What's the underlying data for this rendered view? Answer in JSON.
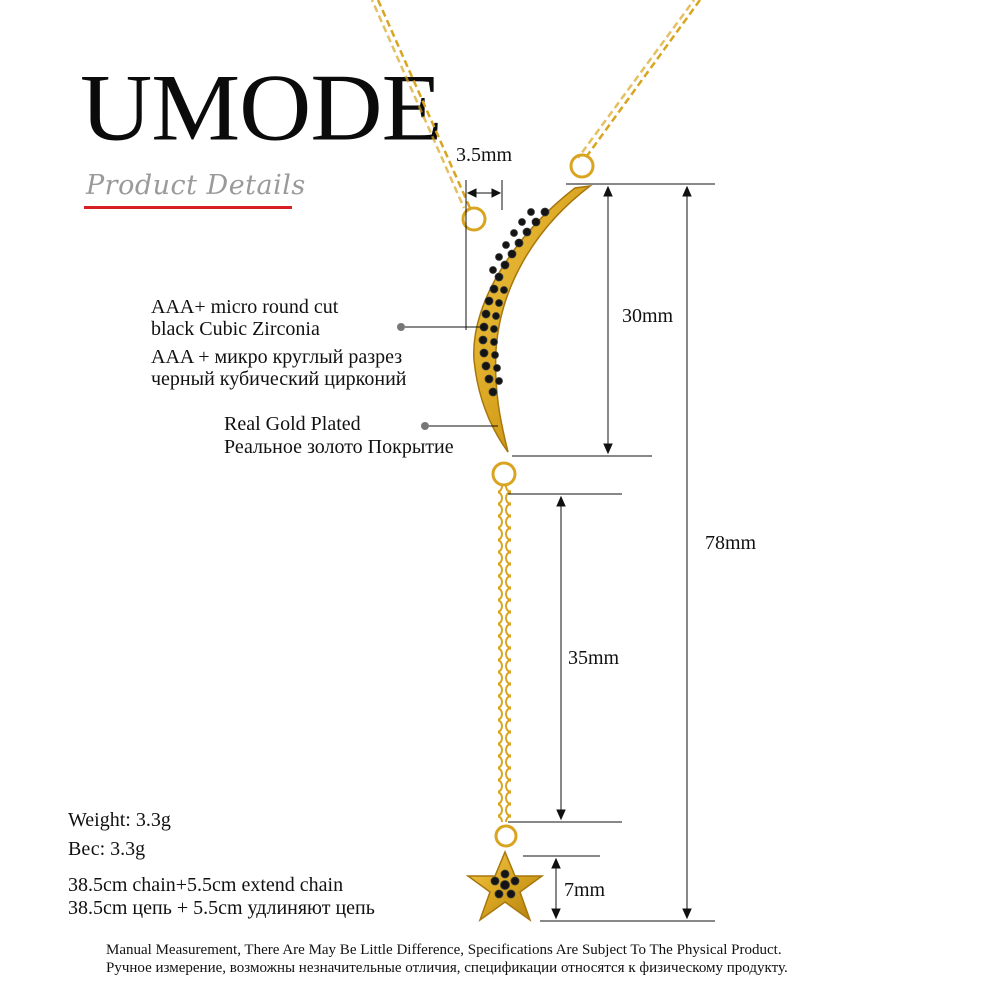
{
  "brand": {
    "name": "UMODE",
    "subtitle": "Product Details"
  },
  "features": {
    "stone_en_1": "AAA+ micro round cut",
    "stone_en_2": "black Cubic Zirconia",
    "stone_ru_1": "AAA + микро круглый разрез",
    "stone_ru_2": "черный кубический цирконий",
    "plating_en": "Real Gold Plated",
    "plating_ru": "Реальное золото Покрытие"
  },
  "dimensions": {
    "width": "3.5mm",
    "moon_length": "30mm",
    "chain_length": "35mm",
    "star_size": "7mm",
    "total_length": "78mm"
  },
  "specs": {
    "weight_en": "Weight: 3.3g",
    "weight_ru": "Вес: 3.3g",
    "chain_en": "38.5cm chain+5.5cm extend chain",
    "chain_ru": "38.5cm цепь + 5.5cm удлиняют цепь"
  },
  "disclaimer": {
    "en": "Manual Measurement, There Are May Be Little Difference, Specifications Are Subject To The Physical Product.",
    "ru": "Ручное измерение, возможны незначительные отличия, спецификации относятся к физическому продукту."
  },
  "colors": {
    "gold": "#d9a520",
    "accent_red": "#d91f26",
    "stone": "#111111"
  }
}
